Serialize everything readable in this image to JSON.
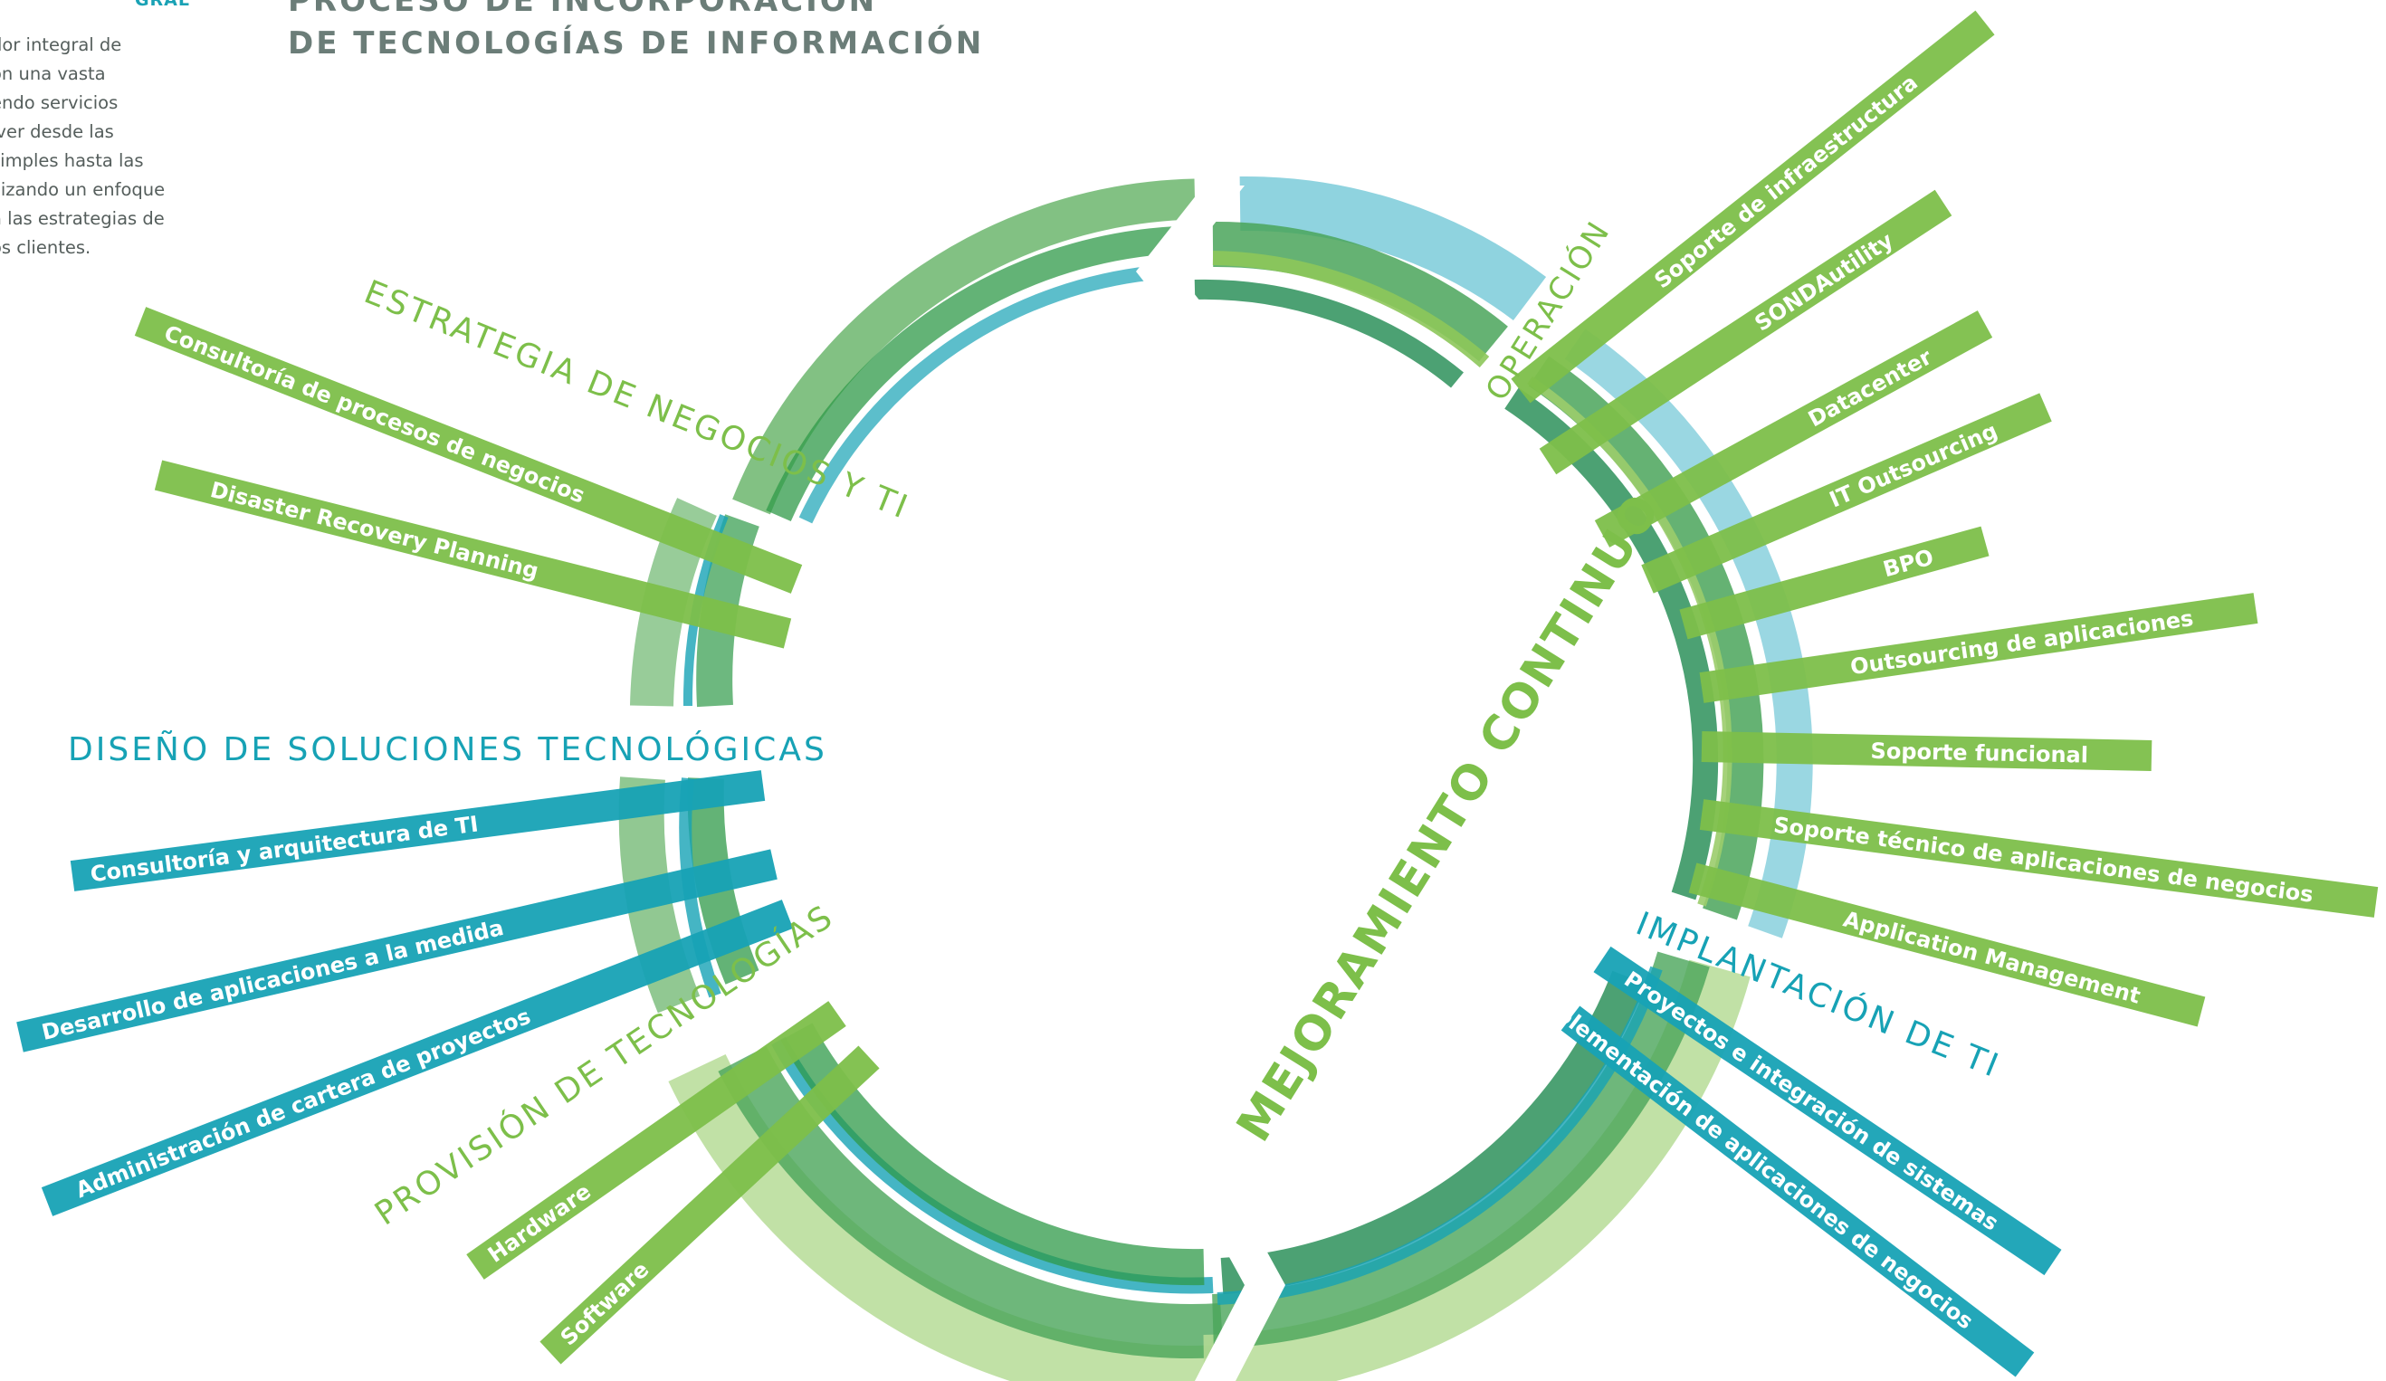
{
  "header": {
    "title_line_1": "PROCESO DE INCORPORACIÓN",
    "title_line_2": "DE TECNOLOGÍAS DE INFORMACIÓN"
  },
  "side_text": {
    "heading": "GRAL",
    "lines": [
      "dor integral de",
      "on una vasta",
      "endo servicios",
      "lver desde las",
      "simples hasta las",
      "ilizando un enfoque",
      "a las estrategias de",
      "os clientes."
    ]
  },
  "center_label": "MEJORAMIENTO CONTINUO",
  "colors": {
    "green": "#7dbf4a",
    "dark_green": "#2f9a48",
    "teal": "#17a2b5",
    "light_teal": "#8fd3df",
    "title_gray": "#6b7d78"
  },
  "sections": {
    "estrategia": {
      "label": "ESTRATEGIA DE NEGOCIOS Y TI",
      "items": [
        "Consultoría de procesos de negocios",
        "Disaster Recovery Planning"
      ]
    },
    "diseno": {
      "label": "DISEÑO DE SOLUCIONES TECNOLÓGICAS",
      "items": [
        "Consultoría y arquitectura de TI",
        "Desarrollo de aplicaciones a la medida",
        "Administración de cartera de proyectos"
      ]
    },
    "provision": {
      "label": "PROVISIÓN DE TECNOLOGÍAS",
      "items": [
        "Hardware",
        "Software"
      ]
    },
    "operacion": {
      "label": "OPERACIÓN",
      "items": [
        "Soporte de infraestructura",
        "SONDAutility",
        "Datacenter",
        "IT Outsourcing",
        "BPO",
        "Outsourcing de aplicaciones",
        "Soporte funcional",
        "Soporte técnico de aplicaciones de negocios",
        "Application Management"
      ]
    },
    "implantacion": {
      "label": "IMPLANTACIÓN DE TI",
      "items": [
        "Proyectos e integración de sistemas",
        "Implementación de aplicaciones de negocios"
      ]
    }
  }
}
